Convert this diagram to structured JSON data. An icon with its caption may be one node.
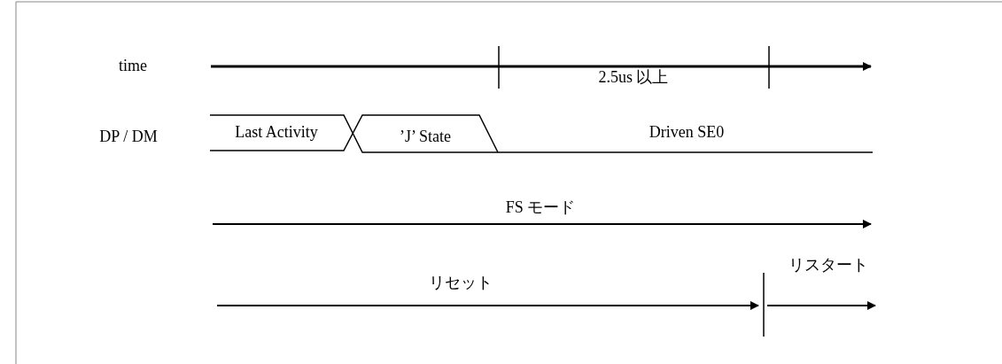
{
  "diagram": {
    "labels": [
      "time",
      "2.5us 以上",
      "DP / DM",
      "Last Activity",
      "’J’ State",
      "Driven SE0",
      "FS モード",
      "リセット",
      "リスタート"
    ]
  }
}
